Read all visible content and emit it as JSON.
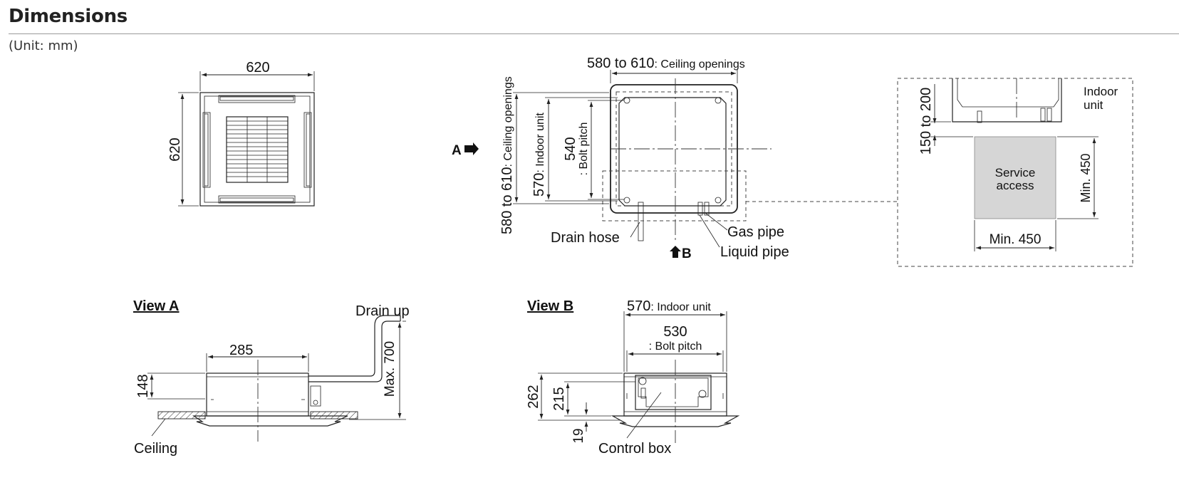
{
  "header": {
    "title": "Dimensions",
    "unit": "(Unit: mm)"
  },
  "top_view": {
    "width": "620",
    "height": "620"
  },
  "plan": {
    "arrow_a_label": "A",
    "arrow_b_label": "B",
    "ceiling_openings_w_value": "580 to 610",
    "ceiling_openings_w_label": ": Ceiling openings",
    "ceiling_openings_h_value": "580 to 610",
    "ceiling_openings_h_label": ": Ceiling openings",
    "indoor_unit_value": "570",
    "indoor_unit_label": ": Indoor unit",
    "bolt_pitch_value": "540",
    "bolt_pitch_label": ": Bolt pitch",
    "drain_hose": "Drain hose",
    "gas_pipe": "Gas pipe",
    "liquid_pipe": "Liquid pipe"
  },
  "detail": {
    "clearance": "150 to 200",
    "indoor_unit_line1": "Indoor",
    "indoor_unit_line2": "unit",
    "service_line1": "Service",
    "service_line2": "access",
    "min_v": "Min. 450",
    "min_h": "Min. 450"
  },
  "view_a": {
    "title": "View A",
    "drain_up": "Drain up",
    "width": "285",
    "height": "148",
    "max": "Max. 700",
    "ceiling": "Ceiling"
  },
  "view_b": {
    "title": "View B",
    "indoor_unit_value": "570",
    "indoor_unit_label": ": Indoor unit",
    "bolt_value": "530",
    "bolt_label": ": Bolt pitch",
    "h1": "262",
    "h2": "215",
    "h3": "19",
    "control_box": "Control box"
  }
}
